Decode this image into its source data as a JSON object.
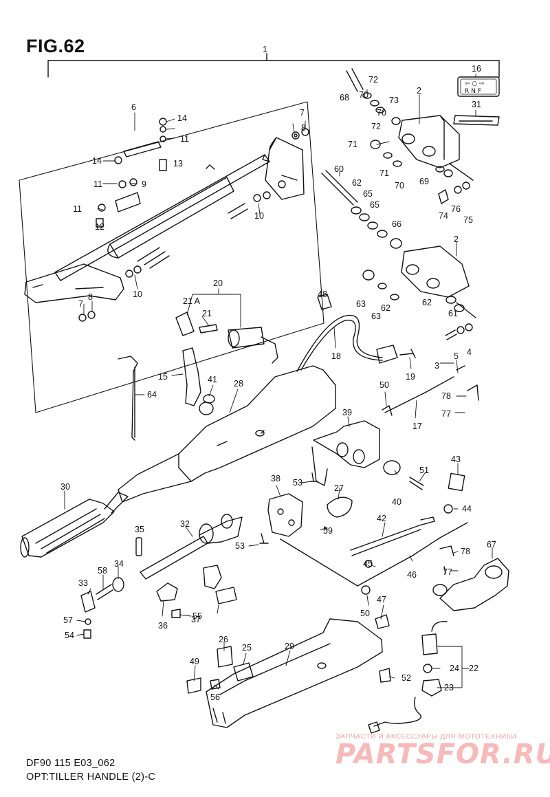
{
  "figure_title": "FIG.62",
  "footer": {
    "code": "DF90 115 E03_062",
    "description": "OPT:TILLER HANDLE (2)-C"
  },
  "watermark": {
    "tagline": "ЗАПЧАСТИ И АКСЕССУАРЫ ДЛЯ МОТОТЕХНИКИ",
    "brand": "PARTSFOR.RU"
  },
  "shift_label": {
    "top": "⇦ ○ ⇨",
    "bottom": "R N F"
  },
  "callouts": [
    "1",
    "2",
    "2",
    "3",
    "4",
    "5",
    "6",
    "7",
    "7",
    "8",
    "8",
    "9",
    "10",
    "10",
    "11",
    "11",
    "11",
    "12",
    "13",
    "14",
    "14",
    "15",
    "16",
    "17",
    "18",
    "19",
    "20",
    "21",
    "21 A",
    "22",
    "23",
    "24",
    "25",
    "26",
    "27",
    "28",
    "29",
    "30",
    "31",
    "32",
    "33",
    "34",
    "35",
    "36",
    "37",
    "38",
    "39",
    "40",
    "41",
    "42",
    "43",
    "44",
    "45",
    "46",
    "47",
    "48",
    "49",
    "50",
    "50",
    "51",
    "52",
    "53",
    "53",
    "54",
    "55",
    "56",
    "57",
    "58",
    "59",
    "60",
    "61",
    "62",
    "62",
    "62",
    "63",
    "63",
    "64",
    "65",
    "65",
    "66",
    "67",
    "68",
    "69",
    "70",
    "70",
    "70",
    "71",
    "71",
    "72",
    "72",
    "73",
    "74",
    "75",
    "76",
    "77",
    "77",
    "78",
    "78"
  ]
}
